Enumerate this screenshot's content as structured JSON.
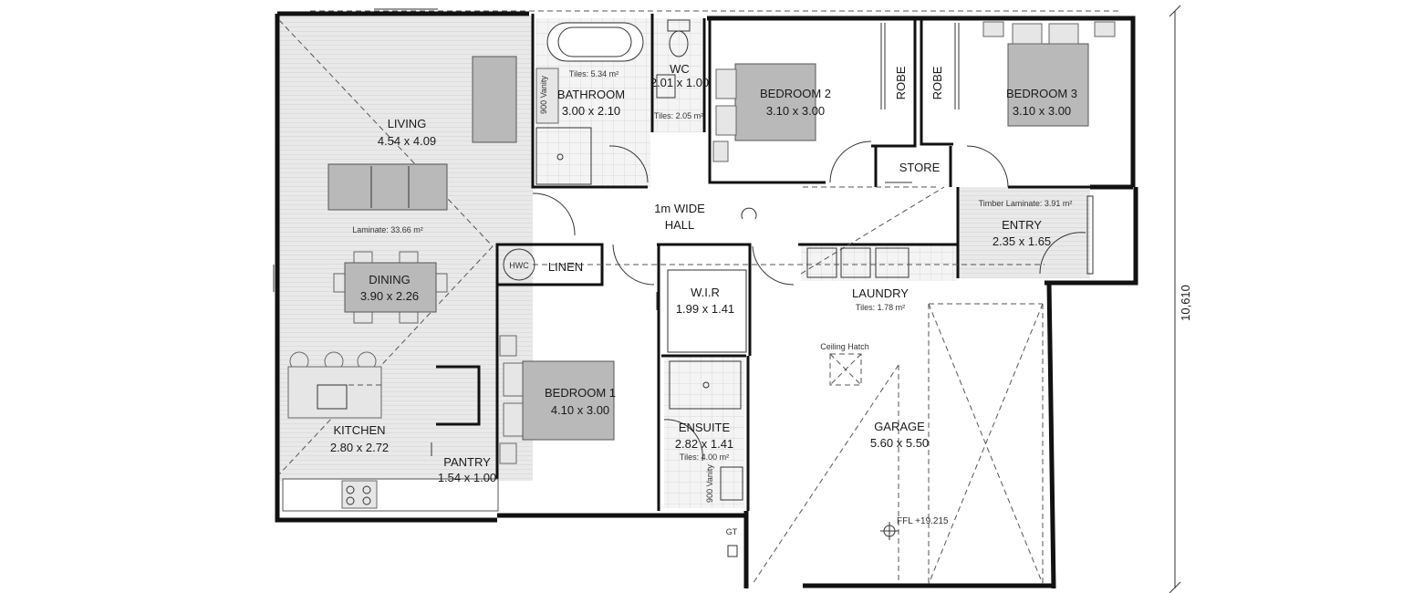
{
  "rooms": {
    "living": {
      "name": "LIVING",
      "size": "4.54 x 4.09"
    },
    "laminate_note": "Laminate: 33.66 m²",
    "dining": {
      "name": "DINING",
      "size": "3.90 x 2.26"
    },
    "kitchen": {
      "name": "KITCHEN",
      "size": "2.80 x 2.72"
    },
    "pantry": {
      "name": "PANTRY",
      "size": "1.54 x 1.00"
    },
    "bathroom": {
      "name": "BATHROOM",
      "size": "3.00 x 2.10",
      "tiles": "Tiles: 5.34 m²",
      "vanity": "900 Vanity"
    },
    "wc": {
      "name": "WC",
      "size": "2.01 x 1.00",
      "tiles": "Tiles: 2.05 m²"
    },
    "bedroom2": {
      "name": "BEDROOM 2",
      "size": "3.10 x 3.00"
    },
    "robe1": "ROBE",
    "robe2": "ROBE",
    "bedroom3": {
      "name": "BEDROOM 3",
      "size": "3.10 x 3.00"
    },
    "store": "STORE",
    "hall": {
      "line1": "1m WIDE",
      "line2": "HALL"
    },
    "entry": {
      "name": "ENTRY",
      "size": "2.35 x 1.65",
      "laminate": "Timber Laminate: 3.91 m²"
    },
    "hwc": "HWC",
    "linen": "LINEN",
    "wir": {
      "name": "W.I.R",
      "size": "1.99 x 1.41"
    },
    "laundry": {
      "name": "LAUNDRY",
      "tiles": "Tiles: 1.78 m²"
    },
    "bedroom1": {
      "name": "BEDROOM 1",
      "size": "4.10 x 3.00"
    },
    "ensuite": {
      "name": "ENSUITE",
      "size": "2.82 x 1.41",
      "tiles": "Tiles: 4.00 m²",
      "vanity": "900 Vanity"
    },
    "garage": {
      "name": "GARAGE",
      "size": "5.60 x 5.50",
      "hatch": "Ceiling Hatch",
      "ffl": "FFL +19.215"
    },
    "gt": "GT"
  },
  "dimension": "10,610"
}
